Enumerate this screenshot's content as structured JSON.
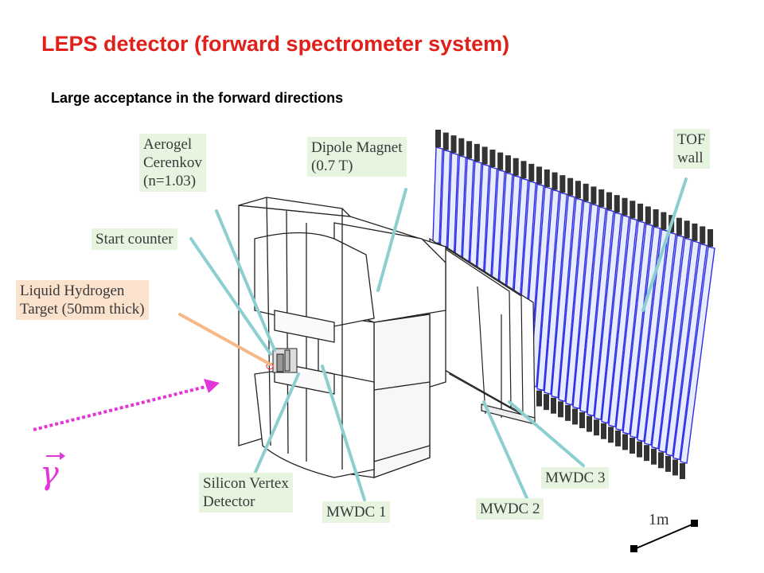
{
  "header": {
    "title": "LEPS detector (forward spectrometer system)",
    "subtitle": "Large acceptance in the forward directions"
  },
  "labels": {
    "aerogel": [
      "Aerogel",
      "Cerenkov",
      "(n=1.03)"
    ],
    "dipole": [
      "Dipole Magnet",
      "(0.7 T)"
    ],
    "tof": [
      "TOF",
      "wall"
    ],
    "start_counter": "Start counter",
    "target": [
      "Liquid Hydrogen",
      "Target (50mm thick)"
    ],
    "silicon": [
      "Silicon Vertex",
      "Detector"
    ],
    "mwdc1": "MWDC 1",
    "mwdc2": "MWDC 2",
    "mwdc3": "MWDC 3",
    "scale": "1m"
  },
  "beam": {
    "symbol": "γ",
    "color": "#e236d8"
  },
  "colors": {
    "title": "#e0201a",
    "label_bg_green": "#e6f4e0",
    "label_bg_peach": "#fbe2cd",
    "pointer_teal": "#8ccfd0",
    "pointer_orange": "#f6b887",
    "tof_blue": "#2d2de6"
  }
}
